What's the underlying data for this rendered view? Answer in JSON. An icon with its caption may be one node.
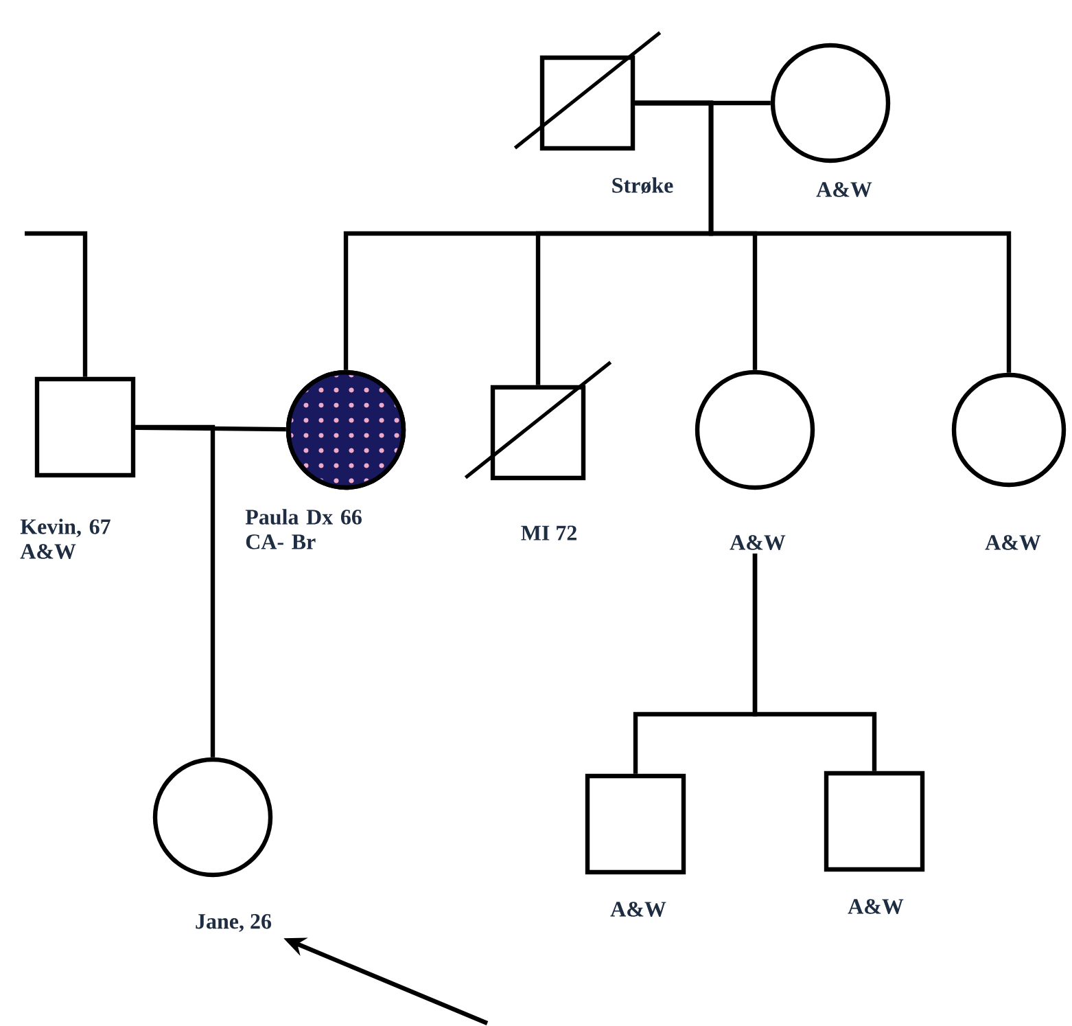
{
  "diagram": {
    "nodes": [
      {
        "text": [
          "Strøke"
        ]
      },
      {
        "text": [
          "A&W"
        ]
      },
      {
        "text": [
          "Kevin, 67 A&W"
        ]
      },
      {
        "text": [
          "Paula Dx 66 CA- Br"
        ]
      },
      {
        "text": [
          "MI 72"
        ]
      },
      {
        "text": [
          "A&W"
        ]
      },
      {
        "text": [
          "A&W"
        ]
      },
      {
        "text": [
          "Jane, 26"
        ]
      },
      {
        "text": [
          "A&W"
        ]
      },
      {
        "text": [
          "A&W"
        ]
      }
    ],
    "edges": [
      {
        "from": 0,
        "to": 1,
        "arrow": "none"
      },
      {
        "from": 0,
        "to": 3,
        "arrow": "none"
      },
      {
        "from": 0,
        "to": 4,
        "arrow": "none"
      },
      {
        "from": 0,
        "to": 5,
        "arrow": "none"
      },
      {
        "from": 0,
        "to": 6,
        "arrow": "none"
      },
      {
        "from": 2,
        "to": 3,
        "arrow": "none"
      },
      {
        "from": 2,
        "to": 7,
        "arrow": "none"
      },
      {
        "from": null,
        "to": 2,
        "arrow": "none"
      },
      {
        "from": 5,
        "to": 8,
        "arrow": "none"
      },
      {
        "from": 5,
        "to": 9,
        "arrow": "none"
      },
      {
        "from": null,
        "to": 7,
        "arrow": "to"
      }
    ]
  }
}
